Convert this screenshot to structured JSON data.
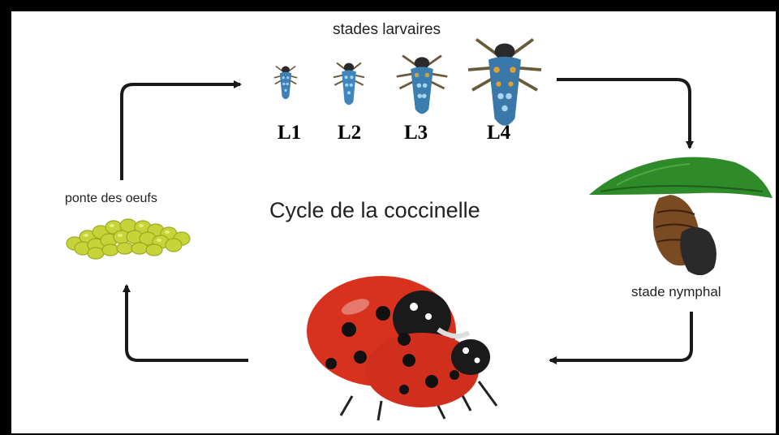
{
  "diagram": {
    "title": "Cycle de la coccinelle",
    "larval_stages_label": "stades larvaires",
    "egg_label": "ponte des oeufs",
    "pupa_label": "stade nymphal",
    "stages": [
      "L1",
      "L2",
      "L3",
      "L4"
    ]
  },
  "colors": {
    "frame": "#000000",
    "arrow": "#1a1a1a",
    "egg": "#c8d83a",
    "ladybug_red": "#d8321e",
    "leaf": "#2f8a2a",
    "larva": "#4a8fc0"
  },
  "icons": [
    "larva-icon",
    "egg-cluster-icon",
    "pupa-on-leaf-icon",
    "ladybug-pair-icon"
  ]
}
